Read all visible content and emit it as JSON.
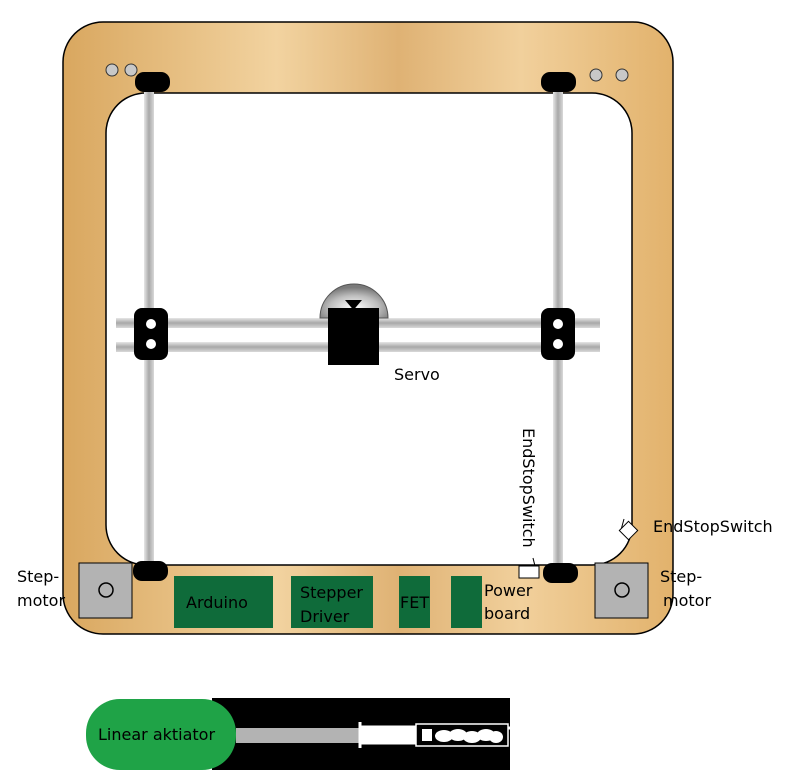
{
  "colors": {
    "frame_light": "#f2d3a0",
    "frame_dark": "#d9a75f",
    "board_green": "#0f6b3a",
    "actuator_green": "#1fa347",
    "rod_gray": "#c0c0c0",
    "motor_gray": "#b3b3b3"
  },
  "labels": {
    "servo": "Servo",
    "endstop_vertical": "EndStopSwitch",
    "endstop_right": "EndStopSwitch",
    "stepmotor_left_1": "Step-",
    "stepmotor_left_2": "motor",
    "stepmotor_right_1": "Step-",
    "stepmotor_right_2": "motor",
    "arduino": "Arduino",
    "stepper_driver_1": "Stepper",
    "stepper_driver_2": "Driver",
    "fet": "FET",
    "power_board_1": "Power",
    "power_board_2": "board",
    "linear_actuator": "Linear aktiator"
  }
}
